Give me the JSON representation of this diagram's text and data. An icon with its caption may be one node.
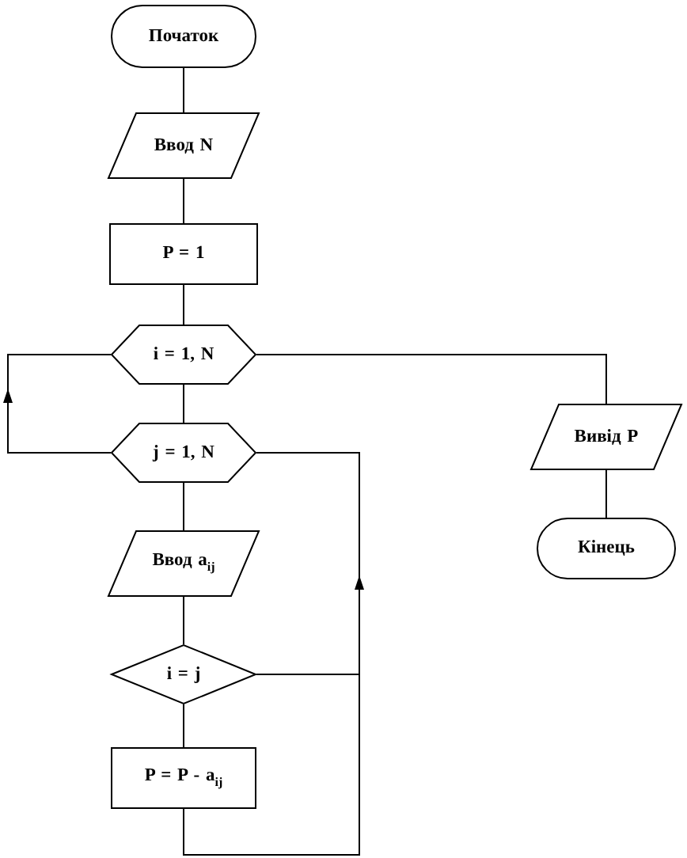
{
  "diagram": {
    "nodes": [
      {
        "text": [
          "Початок"
        ]
      },
      {
        "text": [
          "Ввод N"
        ]
      },
      {
        "text": [
          "P = 1"
        ]
      },
      {
        "text": [
          "i = 1, N"
        ]
      },
      {
        "text": [
          "j = 1, N"
        ]
      },
      {
        "text": [
          "Ввод a$_{ij}$"
        ]
      },
      {
        "text": [
          "i = j"
        ]
      },
      {
        "text": [
          "P = P - a$_{ij}$"
        ]
      },
      {
        "text": [
          "Вивід P"
        ]
      },
      {
        "text": [
          "Кінець"
        ]
      }
    ],
    "edges": [
      {
        "from": 0,
        "to": 1,
        "arrow": "none"
      },
      {
        "from": 1,
        "to": 2,
        "arrow": "none"
      },
      {
        "from": 2,
        "to": 3,
        "arrow": "none"
      },
      {
        "from": 3,
        "to": 4,
        "arrow": "none"
      },
      {
        "from": 4,
        "to": 5,
        "arrow": "none"
      },
      {
        "from": 5,
        "to": 6,
        "arrow": "none"
      },
      {
        "from": 6,
        "to": 7,
        "arrow": "none"
      },
      {
        "from": 7,
        "to": 4,
        "arrow": "to"
      },
      {
        "from": 6,
        "to": 4,
        "arrow": "to"
      },
      {
        "from": 4,
        "to": 3,
        "arrow": "to"
      },
      {
        "from": 3,
        "to": 8,
        "arrow": "none"
      },
      {
        "from": 8,
        "to": 9,
        "arrow": "none"
      }
    ]
  }
}
